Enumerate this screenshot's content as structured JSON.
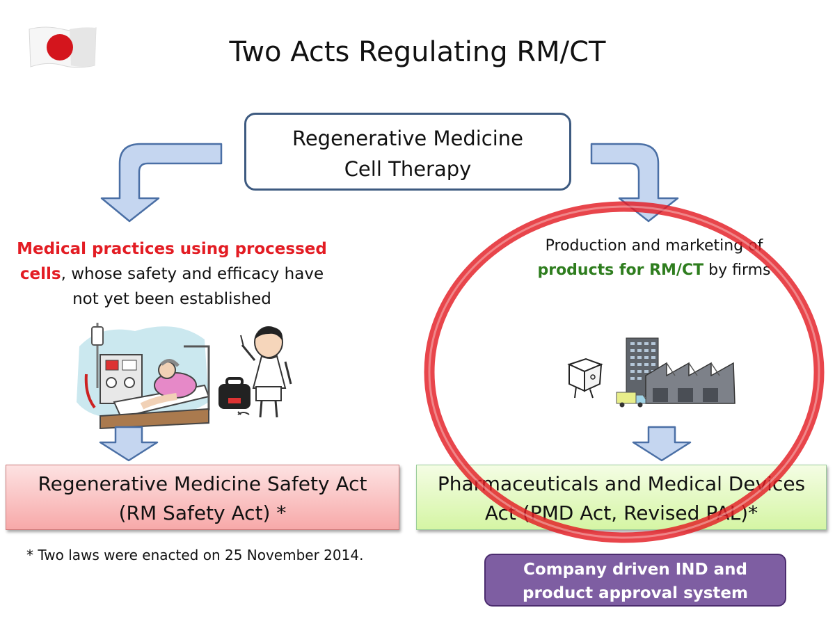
{
  "title": "Two Acts Regulating RM/CT",
  "center_box": {
    "line1": "Regenerative Medicine",
    "line2": "Cell Therapy"
  },
  "left_branch": {
    "highlight_line1": "Medical practices using processed",
    "highlight_line2": "cells",
    "rest_line2": ", whose safety and efficacy have",
    "line3": "not yet been established"
  },
  "right_branch": {
    "line1": "Production and marketing of",
    "highlight": "products for RM/CT",
    "rest_line2": " by firms"
  },
  "left_law": {
    "line1": "Regenerative Medicine Safety Act",
    "line2": "(RM Safety Act) *"
  },
  "right_law": {
    "line1": "Pharmaceuticals and Medical Devices",
    "line2": "Act (PMD Act, Revised PAL)*"
  },
  "footnote": "* Two laws  were enacted on 25 November 2014.",
  "company_box": {
    "line1": "Company driven IND and",
    "line2": "product approval system"
  },
  "colors": {
    "arrow_fill": "#c5d6f0",
    "arrow_stroke": "#4a6fa5",
    "highlight_red": "#e31c23",
    "highlight_green": "#2e7d1e",
    "ellipse_red": "#e31c23",
    "purple_box": "#7e5ea2"
  },
  "icons": [
    "japan-flag-icon",
    "hospital-patient-clipart",
    "doctor-clipart",
    "package-box-icon",
    "factory-clipart",
    "delivery-truck-icon"
  ]
}
